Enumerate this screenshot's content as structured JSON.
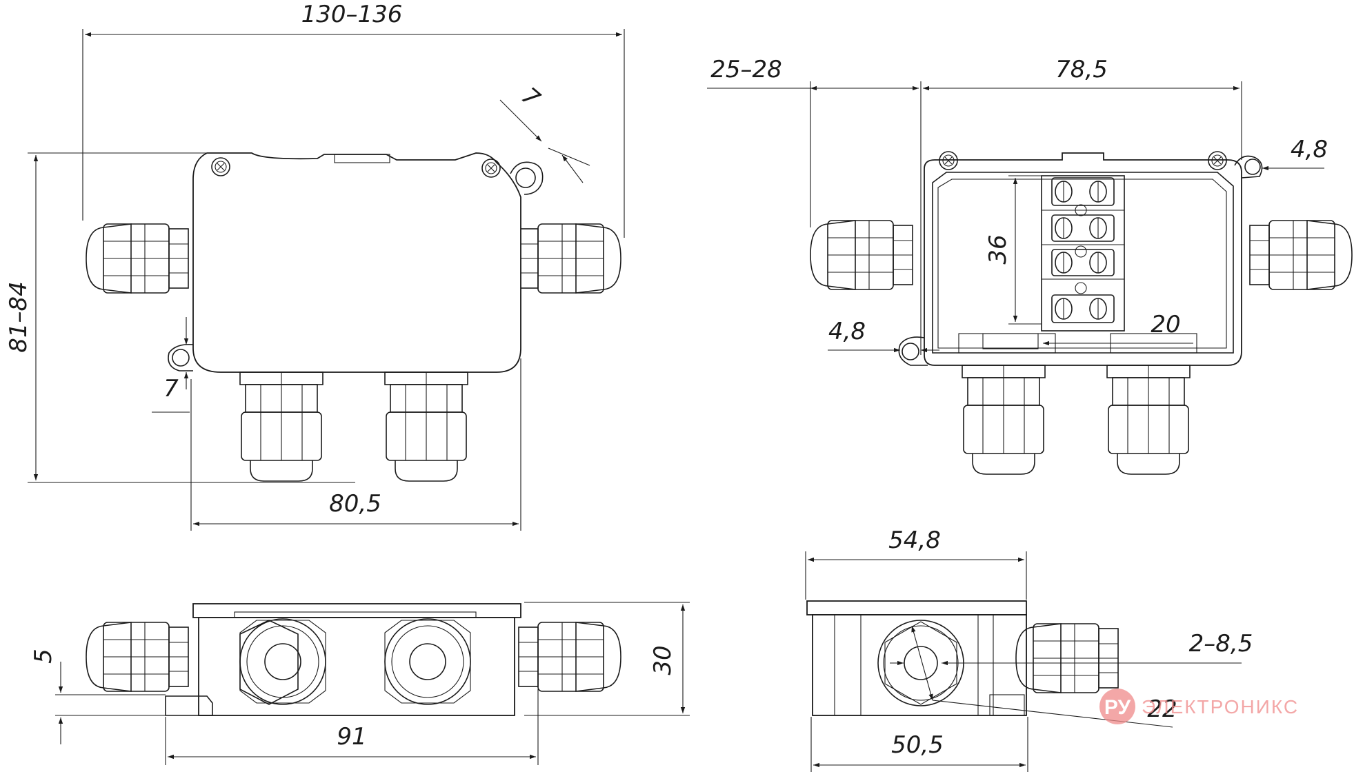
{
  "dimensions": {
    "front_overall_width": "130–136",
    "front_overall_height": "81–84",
    "front_body_width": "80,5",
    "front_ear_offset": "7",
    "front_ear_angle": "7",
    "top_gland_length": "25–28",
    "top_inner_width": "78,5",
    "top_hole_right": "4,8",
    "top_hole_left": "4,8",
    "top_terminal_height": "36",
    "top_terminal_width": "20",
    "side_base_step": "5",
    "side_length": "91",
    "side_height": "30",
    "end_top_width": "54,8",
    "end_bottom_width": "50,5",
    "end_cable_range": "2–8,5",
    "end_gland_thread": "22"
  },
  "watermark": {
    "logo": "РУ",
    "text": "ЭЛЕКТРОНИКС",
    "color": "#f08a8a"
  }
}
